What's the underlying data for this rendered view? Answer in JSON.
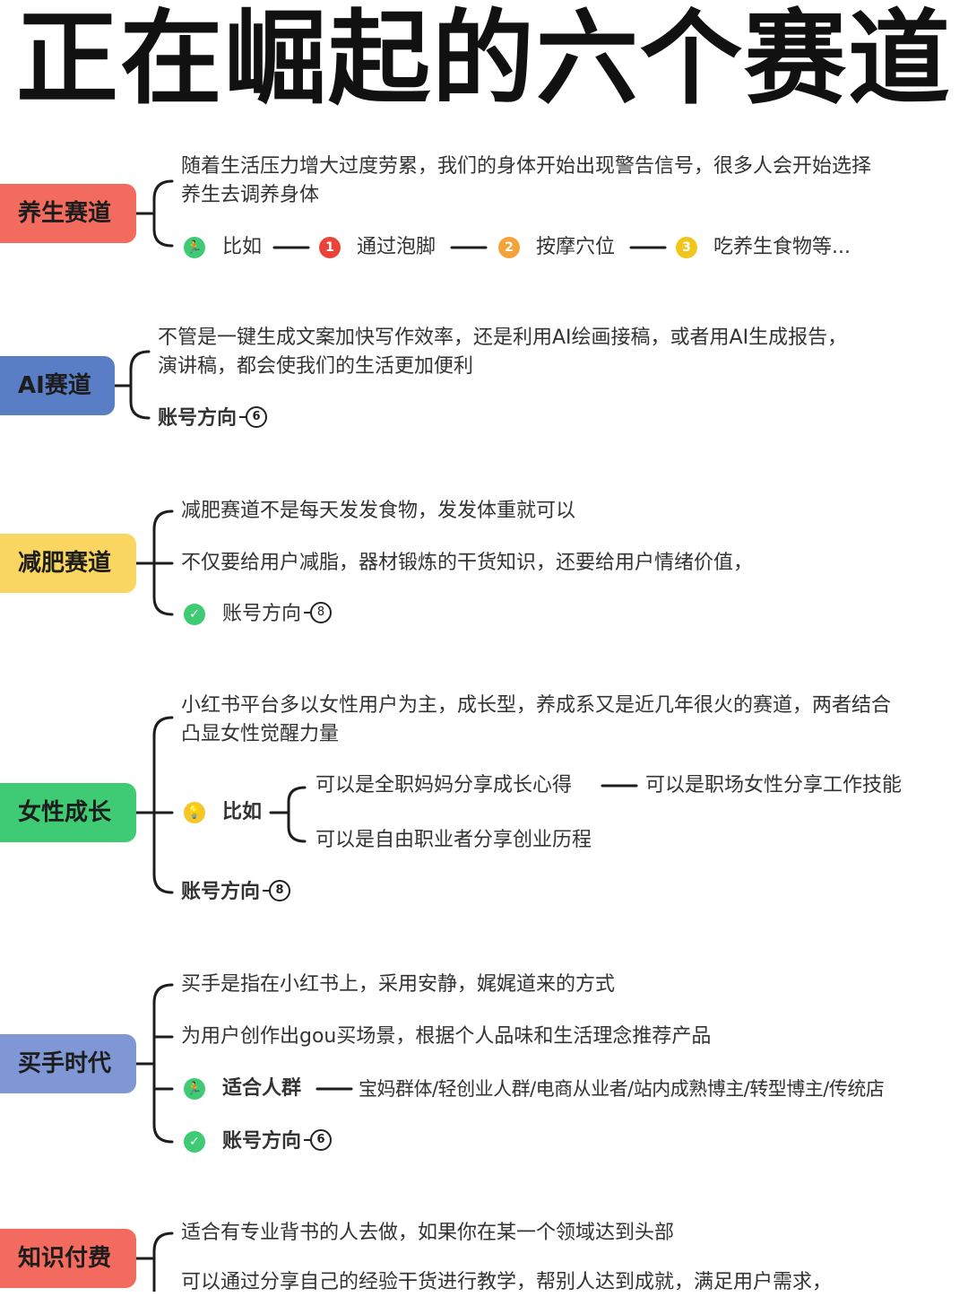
{
  "title": "正在崛起的六个赛道",
  "colors": {
    "pill_red": "#f26b5e",
    "pill_blue": "#5a7ec5",
    "pill_yellow": "#f9d65f",
    "pill_green": "#3ecb74",
    "pill_lavender": "#7f97d5",
    "line": "#1d1d1d"
  },
  "sections": [
    {
      "label": "养生赛道",
      "desc": [
        "随着生活压力增大过度劳累，我们的身体开始出现警告信号，很多人会开始选择",
        "养生去调养身体"
      ],
      "example_label": "比如",
      "examples": [
        "通过泡脚",
        "按摩穴位",
        "吃养生食物等..."
      ],
      "example_nums": [
        "1",
        "2",
        "3"
      ]
    },
    {
      "label": "AI赛道",
      "desc": [
        "不管是一键生成文案加快写作效率，还是利用AI绘画接稿，或者用AI生成报告，",
        "演讲稿，都会使我们的生活更加便利"
      ],
      "account_label": "账号方向",
      "account_num": "6"
    },
    {
      "label": "减肥赛道",
      "line1": "减肥赛道不是每天发发食物，发发体重就可以",
      "line2": "不仅要给用户减脂，器材锻炼的干货知识，还要给用户情绪价值，",
      "account_label": "账号方向",
      "account_num": "8"
    },
    {
      "label": "女性成长",
      "desc": [
        "小红书平台多以女性用户为主，成长型，养成系又是近几年很火的赛道，两者结合",
        "凸显女性觉醒力量"
      ],
      "example_label": "比如",
      "sub1": "可以是全职妈妈分享成长心得",
      "sub1b": "可以是职场女性分享工作技能",
      "sub2": "可以是自由职业者分享创业历程",
      "account_label": "账号方向",
      "account_num": "8"
    },
    {
      "label": "买手时代",
      "line1": "买手是指在小红书上，采用安静，娓娓道来的方式",
      "line2": "为用户创作出gou买场景，根据个人品味和生活理念推荐产品",
      "fit_label": "适合人群",
      "fit_value": "宝妈群体/轻创业人群/电商从业者/站内成熟博主/转型博主/传统店",
      "account_label": "账号方向",
      "account_num": "6"
    },
    {
      "label": "知识付费",
      "line1": "适合有专业背书的人去做，如果你在某一个领域达到头部",
      "line2": "可以通过分享自己的经验干货进行教学，帮别人达到成就，满足用户需求，"
    }
  ]
}
